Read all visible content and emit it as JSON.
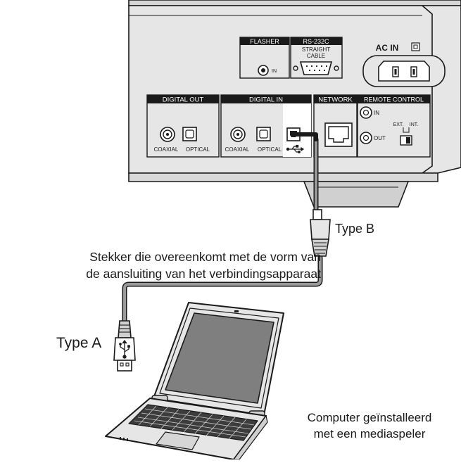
{
  "device_panel": {
    "flasher": "FLASHER",
    "flasher_in": "IN",
    "rs232c": "RS-232C",
    "straight_cable_1": "STRAIGHT",
    "straight_cable_2": "CABLE",
    "ac_in": "AC IN",
    "digital_out": "DIGITAL OUT",
    "digital_in": "DIGITAL IN",
    "network": "NETWORK",
    "remote_control": "REMOTE CONTROL",
    "coaxial_out": "COAXIAL",
    "optical_out": "OPTICAL",
    "coaxial_in": "COAXIAL",
    "optical_in": "OPTICAL",
    "remote_in": "IN",
    "remote_out": "OUT",
    "ext": "EXT.",
    "int": "INT."
  },
  "labels": {
    "type_b": "Type B",
    "plug_description_line1": "Stekker die overeenkomt met de vorm van",
    "plug_description_line2": "de aansluiting van het verbindingsapparaat",
    "type_a": "Type A",
    "computer_line1": "Computer geïnstalleerd",
    "computer_line2": "met een mediaspeler"
  },
  "colors": {
    "panel": "#e6e6e6",
    "panel_dark": "#cfcfcf",
    "line": "#1a1a1a",
    "header_fill": "#1a1a1a",
    "header_text": "#ffffff",
    "cable": "#9a9a9a",
    "screen": "#7f7f7f",
    "keys": "#3c3c3c"
  },
  "icons": [
    "usb-icon",
    "laptop-illustration",
    "usb-type-a-plug",
    "usb-type-b-plug"
  ]
}
